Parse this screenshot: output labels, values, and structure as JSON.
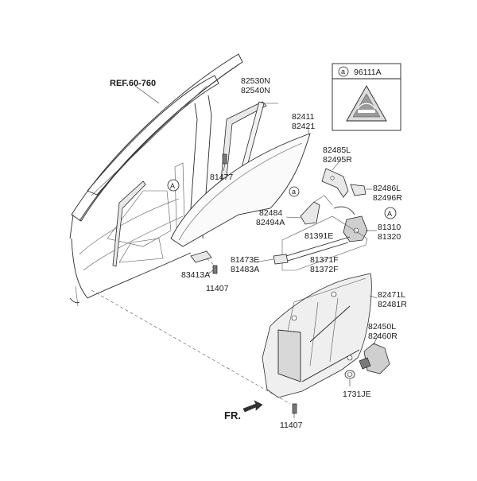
{
  "labels": {
    "ref": "REF.60-760",
    "p82530n": "82530N",
    "p82540n": "82540N",
    "p82411": "82411",
    "p82421": "82421",
    "p81477": "81477",
    "p82485l": "82485L",
    "p82495r": "82495R",
    "p82486l": "82486L",
    "p82496r": "82496R",
    "p82484": "82484",
    "p82494a": "82494A",
    "p81310": "81310",
    "p81320": "81320",
    "p81391e": "81391E",
    "p81473e": "81473E",
    "p81483a": "81483A",
    "p81371f": "81371F",
    "p81372f": "81372F",
    "p83413a": "83413A",
    "p11407a": "11407",
    "p82471l": "82471L",
    "p82481r": "82481R",
    "p82450l": "82450L",
    "p82460r": "82460R",
    "p1731je": "1731JE",
    "p11407b": "11407",
    "fr": "FR.",
    "callout_a1": "A",
    "callout_a2": "A",
    "callout_a_small": "a",
    "legend_a": "a",
    "legend_part": "96111A"
  }
}
